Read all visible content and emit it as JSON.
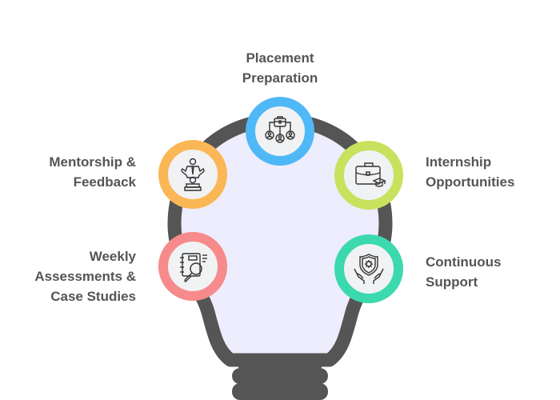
{
  "diagram": {
    "type": "lightbulb-infographic",
    "colors": {
      "bulb_outline": "#555555",
      "bulb_fill": "#ededfd",
      "text": "#555555",
      "icon_bg": "#f1f2f4",
      "icon_stroke": "#333333"
    },
    "nodes": [
      {
        "id": "placement",
        "label_lines": [
          "Placement",
          "Preparation"
        ],
        "icon": "org-chart-briefcase-icon",
        "ring_color": "#4fb8f7"
      },
      {
        "id": "mentorship",
        "label_lines": [
          "Mentorship &",
          "Feedback"
        ],
        "icon": "mentor-presenter-icon",
        "ring_color": "#fbb755"
      },
      {
        "id": "internship",
        "label_lines": [
          "Internship",
          "Opportunities"
        ],
        "icon": "briefcase-graduation-cap-icon",
        "ring_color": "#c8e25e"
      },
      {
        "id": "weekly",
        "label_lines": [
          "Weekly",
          "Assessments &",
          "Case Studies"
        ],
        "icon": "notebook-magnifier-icon",
        "ring_color": "#f78a8a"
      },
      {
        "id": "support",
        "label_lines": [
          "Continuous",
          "Support"
        ],
        "icon": "hands-shield-icon",
        "ring_color": "#3cd9ae"
      }
    ]
  }
}
